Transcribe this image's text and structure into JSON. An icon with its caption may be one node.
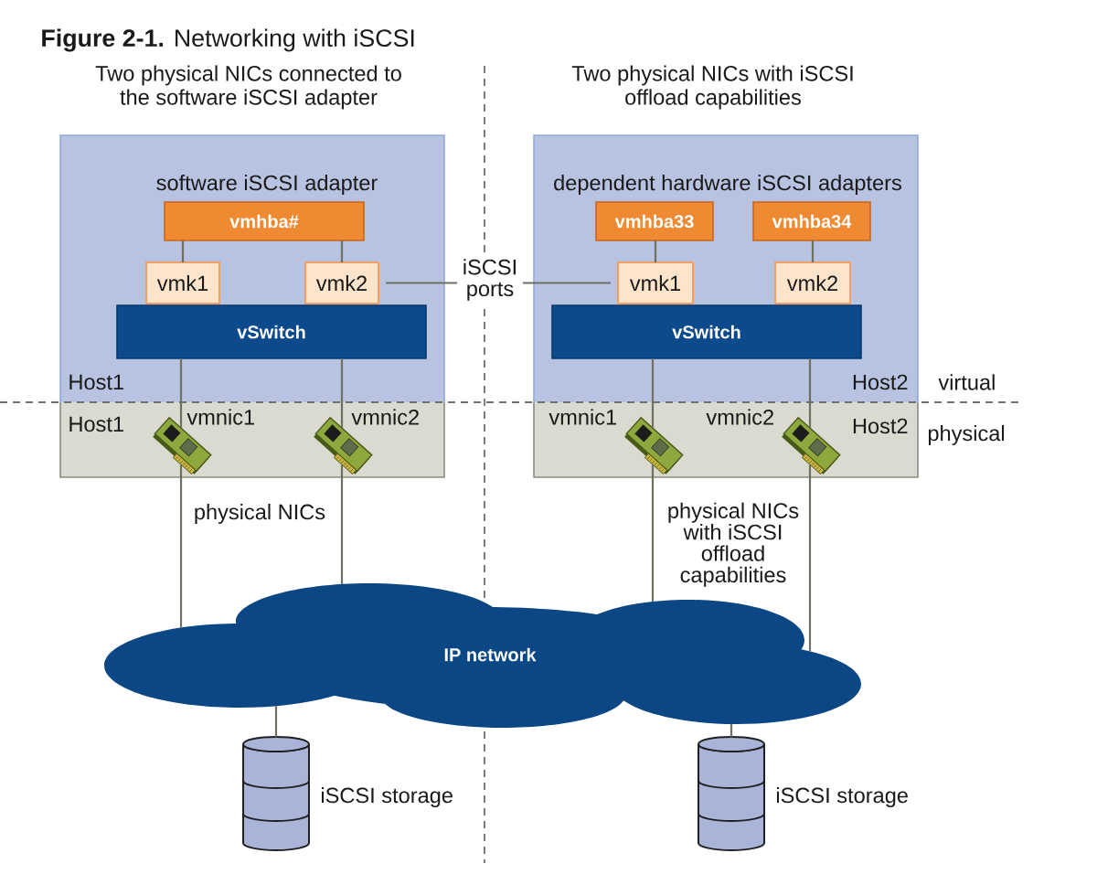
{
  "diagram": {
    "title": "**Figure 2-1.** Networking with iSCSI",
    "nodes": [
      {
        "text": [
          "Host1"
        ]
      },
      {
        "text": [
          "vmhba#"
        ],
        "in": 0,
        "beside": [
          "software iSCSI adapter"
        ]
      },
      {
        "text": [
          "vmk1"
        ],
        "in": 0
      },
      {
        "text": [
          "vmk2"
        ],
        "in": 0
      },
      {
        "text": [
          "vSwitch"
        ],
        "in": 0
      },
      {
        "text": [
          "Host1"
        ]
      },
      {
        "text": [],
        "shape": "picture",
        "in": 5,
        "beside": [
          "vmnic1"
        ]
      },
      {
        "text": [],
        "shape": "picture",
        "in": 5,
        "beside": [
          "vmnic2"
        ]
      },
      {
        "text": [
          "iSCSI ports"
        ]
      },
      {
        "text": [
          "Host2"
        ]
      },
      {
        "text": [
          "vmhba33"
        ],
        "in": 9
      },
      {
        "text": [
          "vmhba34"
        ],
        "in": 9
      },
      {
        "text": [
          "vmk1"
        ],
        "in": 9
      },
      {
        "text": [
          "vmk2"
        ],
        "in": 9
      },
      {
        "text": [
          "vSwitch"
        ],
        "in": 9
      },
      {
        "text": [
          "Host2"
        ]
      },
      {
        "text": [],
        "shape": "picture",
        "in": 15,
        "beside": [
          "vmnic1"
        ]
      },
      {
        "text": [],
        "shape": "picture",
        "in": 15,
        "beside": [
          "vmnic2"
        ]
      },
      {
        "text": [
          "IP network"
        ]
      },
      {
        "text": [],
        "shape": "cylinder",
        "beside": [
          "iSCSI storage"
        ]
      },
      {
        "text": [],
        "shape": "cylinder",
        "beside": [
          "iSCSI storage"
        ]
      }
    ],
    "edges": [
      {
        "from": 1,
        "to": 2,
        "arrow": "none"
      },
      {
        "from": 1,
        "to": 3,
        "arrow": "none"
      },
      {
        "from": 4,
        "to": 6,
        "arrow": "none"
      },
      {
        "from": 6,
        "to": 18,
        "arrow": "none"
      },
      {
        "from": 4,
        "to": 7,
        "arrow": "none"
      },
      {
        "from": 7,
        "to": 18,
        "arrow": "none"
      },
      {
        "from": 8,
        "to": 3,
        "arrow": "none"
      },
      {
        "from": 8,
        "to": 12,
        "arrow": "none"
      },
      {
        "from": 10,
        "to": 12,
        "arrow": "none"
      },
      {
        "from": 11,
        "to": 13,
        "arrow": "none"
      },
      {
        "from": 14,
        "to": 16,
        "arrow": "none"
      },
      {
        "from": 16,
        "to": 18,
        "arrow": "none"
      },
      {
        "from": 14,
        "to": 17,
        "arrow": "none"
      },
      {
        "from": 17,
        "to": 18,
        "arrow": "none"
      },
      {
        "from": 18,
        "to": 19,
        "arrow": "none"
      },
      {
        "from": 18,
        "to": 20,
        "arrow": "none"
      }
    ],
    "labels": [
      "Two physical NICs connected to the software iSCSI adapter",
      "Two physical NICs with iSCSI offload capabilities",
      "dependent hardware iSCSI adapters",
      "virtual",
      "physical",
      "physical NICs",
      "physical NICs with iSCSI offload capabilities"
    ]
  }
}
